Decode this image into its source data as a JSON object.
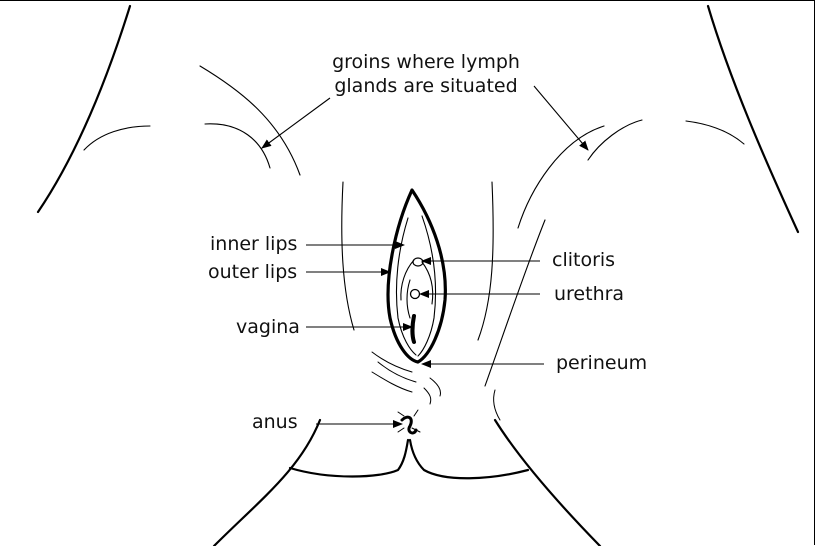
{
  "labels": {
    "groins_line1": "groins where lymph",
    "groins_line2": "glands are situated",
    "inner_lips": "inner lips",
    "outer_lips": "outer lips",
    "vagina": "vagina",
    "anus": "anus",
    "clitoris": "clitoris",
    "urethra": "urethra",
    "perineum": "perineum"
  }
}
